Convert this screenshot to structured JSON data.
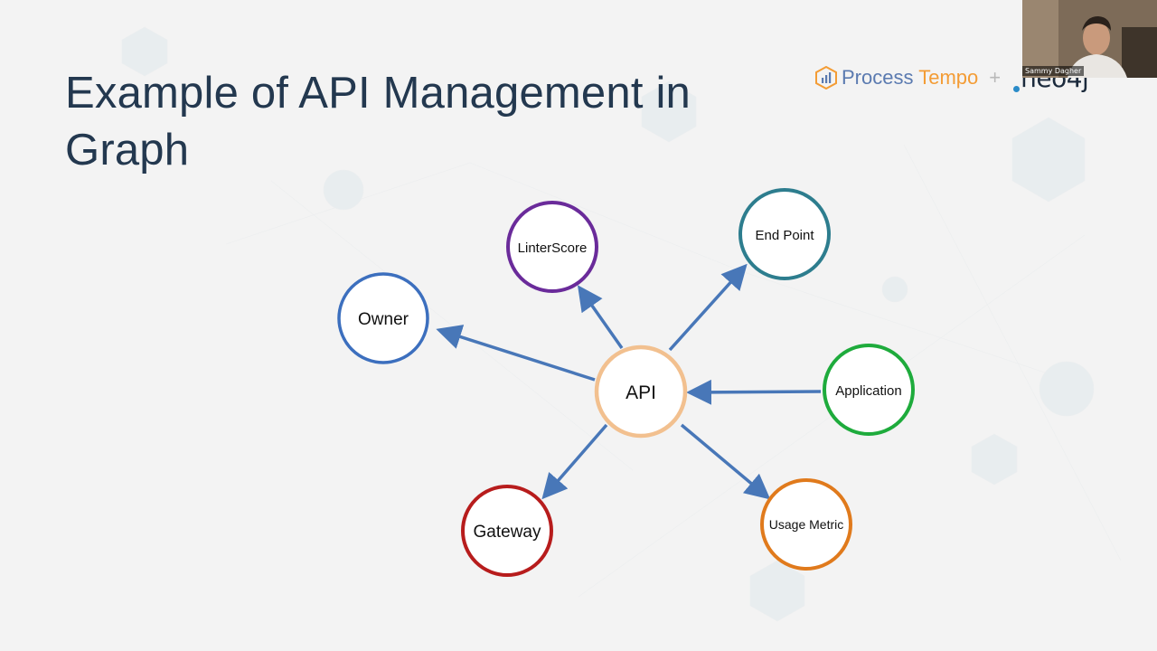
{
  "slide": {
    "title": "Example of API Management in Graph"
  },
  "branding": {
    "process_tempo_word1": "Process",
    "process_tempo_word2": "Tempo",
    "plus": "+",
    "neo4j_text": "neo4j"
  },
  "webcam": {
    "participant_name": "Sammy Dagher"
  },
  "diagram": {
    "center": {
      "label": "API",
      "color": "#f2c08f"
    },
    "nodes": [
      {
        "id": "owner",
        "label": "Owner",
        "color": "#3c6fbe",
        "direction": "outgoing"
      },
      {
        "id": "linterscore",
        "label": "LinterScore",
        "color": "#6a2b9a",
        "direction": "outgoing"
      },
      {
        "id": "endpoint",
        "label": "End Point",
        "color": "#2d7d8e",
        "direction": "outgoing"
      },
      {
        "id": "application",
        "label": "Application",
        "color": "#1eab3c",
        "direction": "incoming"
      },
      {
        "id": "usage-metric",
        "label": "Usage Metric",
        "color": "#e07a1c",
        "direction": "outgoing"
      },
      {
        "id": "gateway",
        "label": "Gateway",
        "color": "#b71c1c",
        "direction": "outgoing"
      }
    ],
    "edge_color": "#4877b8"
  }
}
